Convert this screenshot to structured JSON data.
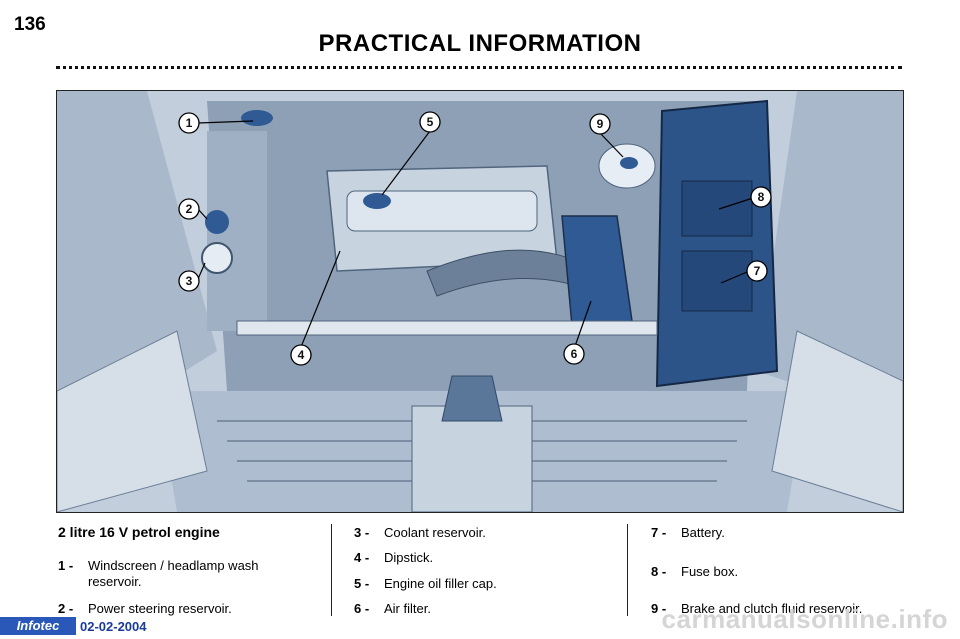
{
  "page": {
    "number": "136",
    "title": "PRACTICAL INFORMATION"
  },
  "section": {
    "heading": "2 litre 16 V petrol engine"
  },
  "callout_numbers": [
    "1",
    "2",
    "3",
    "4",
    "5",
    "6",
    "7",
    "8",
    "9"
  ],
  "items": [
    {
      "num": "1 -",
      "line1": "Windscreen / headlamp wash",
      "line2": "reservoir."
    },
    {
      "num": "2 -",
      "line1": "Power steering reservoir."
    },
    {
      "num": "3 -",
      "line1": "Coolant reservoir."
    },
    {
      "num": "4 -",
      "line1": "Dipstick."
    },
    {
      "num": "5 -",
      "line1": "Engine oil filler cap."
    },
    {
      "num": "6 -",
      "line1": "Air filter."
    },
    {
      "num": "7 -",
      "line1": "Battery."
    },
    {
      "num": "8 -",
      "line1": "Fuse box."
    },
    {
      "num": "9 -",
      "line1": "Brake and clutch fluid reservoir."
    }
  ],
  "footer": {
    "badge": "Infotec",
    "date": "02-02-2004",
    "watermark": "carmanualsonline.info"
  },
  "colors": {
    "illustration_bg": "#b9c6d6",
    "battery_cover": "#2d5488",
    "footer_badge": "#2a58b8"
  }
}
